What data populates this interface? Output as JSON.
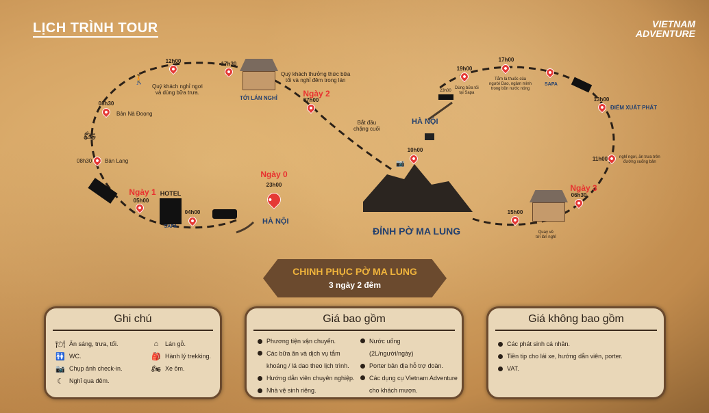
{
  "header": {
    "title": "LỊCH TRÌNH TOUR",
    "logo_line1": "VIETNAM",
    "logo_line2": "ADVENTURE"
  },
  "colors": {
    "day_label": "#e8312f",
    "place_label": "#23406e",
    "pin": "#e53935",
    "banner": "#6b4a2e",
    "banner_title": "#f0b43c"
  },
  "route": {
    "day0": "Ngày 0",
    "day1": "Ngày 1",
    "day2": "Ngày 2",
    "day3": "Ngày 3",
    "t2300": "23h00",
    "hanoi_start": "HÀ NỘI",
    "t0400": "04h00",
    "t0500": "05h00",
    "hotel": "HOTEL",
    "sapa_hotel": "SAPA",
    "t0830a": "08h30",
    "ban_lang": "Bản Lang",
    "t0830b": "08h30",
    "ban_na_doong": "Bản Nà Đoọng",
    "t1200": "12h00",
    "lunch_rest": "Quý khách nghỉ ngơi\nvà dùng bữa trưa.",
    "t1730": "17h30",
    "dinner_note": "Quý khách thưởng thức bữa\ntối và nghỉ đêm trong lán",
    "to_hut": "TỚI LÁN NGHỈ",
    "t0700": "07h00",
    "final_leg": "Bắt đầu\nchặng cuối",
    "t1000": "10h00",
    "peak": "ĐỈNH PỜ MA LUNG",
    "hanoi_end": "HÀ NỘI",
    "t2300b": "23h00",
    "t1900": "19h00",
    "dinner_sapa": "Dùng bữa tối\ntại Sapa",
    "t1700": "17h00",
    "bath_note": "Tắm lá thuốc của\nngười Dao, ngâm mình\ntrong bồn nước nóng",
    "sapa": "SAPA",
    "t1300": "13h00",
    "start_point": "ĐIỂM XUẤT PHÁT",
    "t1100": "11h00",
    "lunch_down": "nghỉ ngơi, ăn trưa trên\nđường xuống bản",
    "t0630": "06h30",
    "t1500": "15h00",
    "back_hut": "Quay về\ntới lán nghỉ"
  },
  "banner": {
    "title": "CHINH PHỤC PỜ MA LUNG",
    "subtitle": "3 ngày 2 đêm"
  },
  "notes": {
    "title": "Ghi chú",
    "items": [
      {
        "icon": "meal-icon",
        "label": "Ăn sáng, trưa, tối."
      },
      {
        "icon": "wc-icon",
        "label": "WC."
      },
      {
        "icon": "camera-icon",
        "label": "Chụp ảnh check-in."
      },
      {
        "icon": "moon-icon",
        "label": "Nghỉ qua đêm."
      },
      {
        "icon": "hut-icon",
        "label": "Lán gỗ."
      },
      {
        "icon": "backpack-icon",
        "label": "Hành lý trekking."
      },
      {
        "icon": "motorbike-icon",
        "label": "Xe ôm."
      }
    ]
  },
  "included": {
    "title": "Giá bao gồm",
    "col1": [
      "Phương tiện vận chuyển.",
      "Các bữa ăn và dịch vụ tắm\nkhoáng / lá dao  theo lịch trình.",
      "Hướng dẫn viên chuyên nghiệp.",
      "Nhà vệ sinh riêng."
    ],
    "col2": [
      "Nước uống\n(2L/người/ngày)",
      "Porter bản địa hỗ trợ đoàn.",
      "Các dụng cụ Vietnam Adventure\ncho khách mượn."
    ]
  },
  "excluded": {
    "title": "Giá không bao gồm",
    "items": [
      "Các phát sinh cá nhân.",
      "Tiền tip cho lái xe, hướng dẫn viên, porter.",
      "VAT."
    ]
  }
}
